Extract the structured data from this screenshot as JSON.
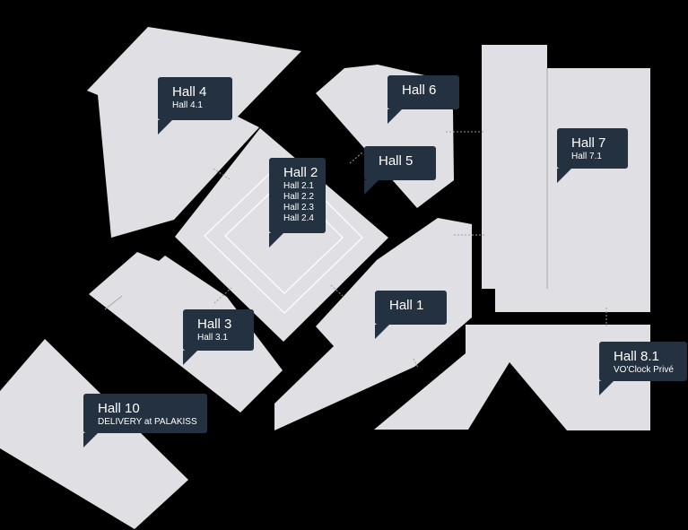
{
  "colors": {
    "background": "#000000",
    "hall": "#e0dfe3",
    "label_bg": "#243140",
    "label_text": "#ffffff"
  },
  "halls": {
    "h4": {
      "name": "Hall 4",
      "subs": [
        "Hall 4.1"
      ]
    },
    "h6": {
      "name": "Hall 6",
      "subs": []
    },
    "h7": {
      "name": "Hall 7",
      "subs": [
        "Hall 7.1"
      ]
    },
    "h5": {
      "name": "Hall 5",
      "subs": []
    },
    "h2": {
      "name": "Hall 2",
      "subs": [
        "Hall 2.1",
        "Hall 2.2",
        "Hall 2.3",
        "Hall 2.4"
      ]
    },
    "h1": {
      "name": "Hall 1",
      "subs": []
    },
    "h3": {
      "name": "Hall 3",
      "subs": [
        "Hall 3.1"
      ]
    },
    "h81": {
      "name": "Hall 8.1",
      "subs": [
        "VO'Clock Privé"
      ]
    },
    "h10": {
      "name": "Hall 10",
      "subs": [
        "DELIVERY at PALAKISS"
      ]
    }
  }
}
